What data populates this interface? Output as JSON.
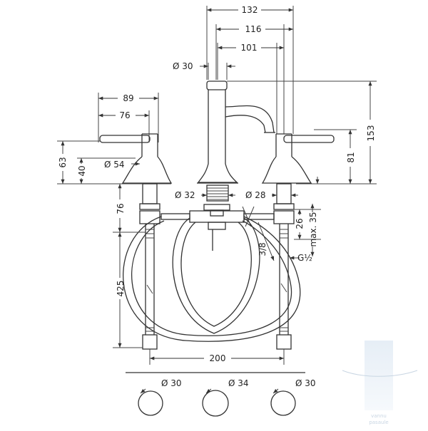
{
  "dimensions": {
    "top_132": "132",
    "top_116": "116",
    "top_101": "101",
    "spout_dia": "Ø 30",
    "handle_89": "89",
    "handle_76": "76",
    "height_153": "153",
    "height_81": "81",
    "height_63": "63",
    "height_40": "40",
    "handle_dia": "Ø 54",
    "spout_base_dia": "Ø 32",
    "spout_base_dia2": "Ø 28",
    "below_76": "76",
    "below_26": "26",
    "max_35": "max. 35",
    "thread_3_8": "3/8",
    "thread_g12": "G½",
    "hose_425": "425",
    "spacing_200": "200",
    "hole_left": "Ø 30",
    "hole_mid": "Ø 34",
    "hole_right": "Ø 30"
  },
  "watermark": {
    "line1": "vannu",
    "line2": "pasaule"
  },
  "colors": {
    "line": "#333333",
    "watermark": "#c9d6e3"
  }
}
